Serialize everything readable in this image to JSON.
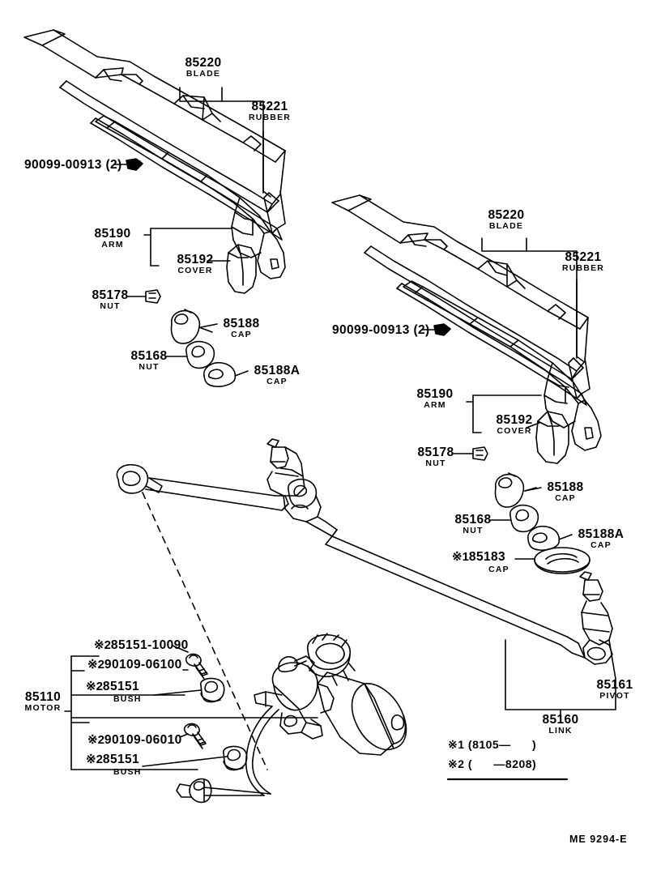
{
  "diagram": {
    "title": "Toyota windshield wiper parts illustration",
    "code": "ME  9294-E",
    "ink": "#000000",
    "background": "#ffffff"
  },
  "left_assembly": {
    "blade": {
      "number": "85220",
      "name": "BLADE"
    },
    "rubber": {
      "number": "85221",
      "name": "RUBBER"
    },
    "clip": {
      "number": "90099-00913 (2)"
    },
    "arm": {
      "number": "85190",
      "name": "ARM"
    },
    "cover": {
      "number": "85192",
      "name": "COVER"
    },
    "nut_85178": {
      "number": "85178",
      "name": "NUT"
    },
    "cap_85188": {
      "number": "85188",
      "name": "CAP"
    },
    "nut_85168": {
      "number": "85168",
      "name": "NUT"
    },
    "cap_85188a": {
      "number": "85188A",
      "name": "CAP"
    }
  },
  "right_assembly": {
    "blade": {
      "number": "85220",
      "name": "BLADE"
    },
    "rubber": {
      "number": "85221",
      "name": "RUBBER"
    },
    "clip": {
      "number": "90099-00913 (2)"
    },
    "arm": {
      "number": "85190",
      "name": "ARM"
    },
    "cover": {
      "number": "85192",
      "name": "COVER"
    },
    "nut_85178": {
      "number": "85178",
      "name": "NUT"
    },
    "cap_85188": {
      "number": "85188",
      "name": "CAP"
    },
    "nut_85168": {
      "number": "85168",
      "name": "NUT"
    },
    "cap_85188a": {
      "number": "85188A",
      "name": "CAP"
    },
    "cap_85183": {
      "mark": "※1",
      "number": "85183",
      "name": "CAP"
    }
  },
  "linkage": {
    "pivot": {
      "number": "85161",
      "name": "PIVOT"
    },
    "link": {
      "number": "85160",
      "name": "LINK"
    }
  },
  "motor_group": {
    "motor": {
      "number": "85110",
      "name": "MOTOR"
    },
    "items": [
      {
        "mark": "※2",
        "number": "85151-10090",
        "name": ""
      },
      {
        "mark": "※2",
        "number": "90109-06100",
        "name": ""
      },
      {
        "mark": "※2",
        "number": "85151",
        "name": "BUSH"
      },
      {
        "mark": "※2",
        "number": "90109-06010",
        "name": ""
      },
      {
        "mark": "※2",
        "number": "85151",
        "name": "BUSH"
      }
    ]
  },
  "legend": {
    "line1": "※1 (8105—      )",
    "line2": "※2 (      —8208)"
  }
}
